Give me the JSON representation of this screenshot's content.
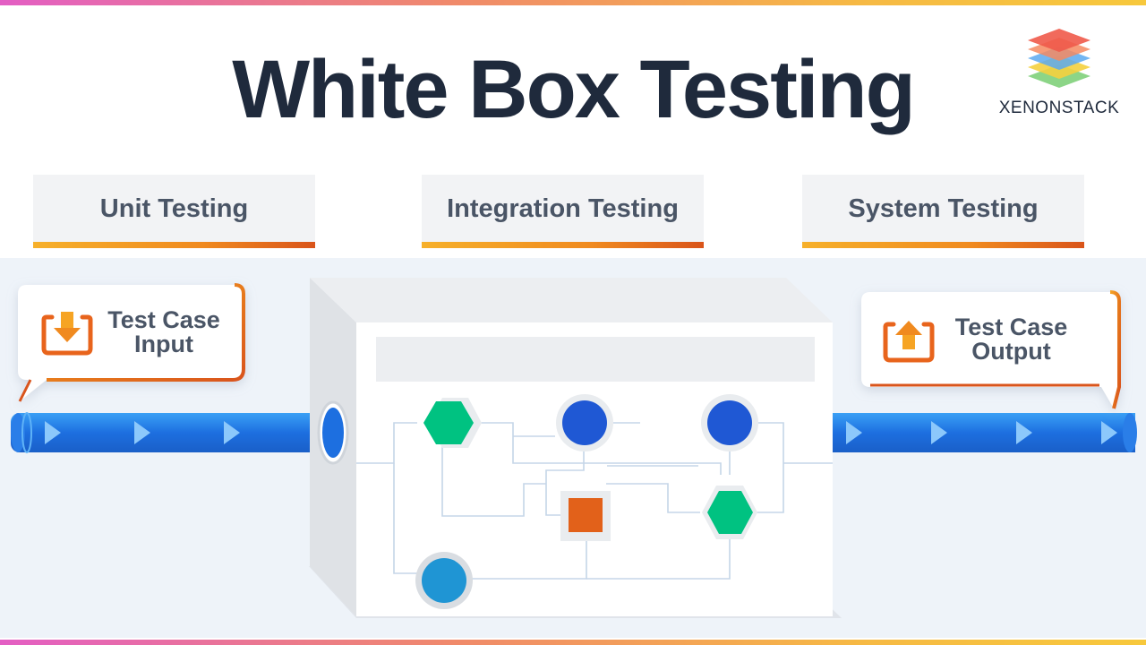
{
  "header": {
    "title": "White Box Testing",
    "logo_text": "XENONSTACK"
  },
  "tabs": [
    {
      "label": "Unit Testing"
    },
    {
      "label": "Integration Testing"
    },
    {
      "label": "System Testing"
    }
  ],
  "input_callout": {
    "line1": "Test Case",
    "line2": "Input"
  },
  "output_callout": {
    "line1": "Test Case",
    "line2": "Output"
  },
  "colors": {
    "title": "#1f2a3c",
    "accent_orange": "#e8641c",
    "pipe_blue": "#1d6fe0",
    "node_green": "#00c281",
    "node_blue": "#1f58d4",
    "node_light_blue": "#1f95d4",
    "node_orange": "#e2611a"
  },
  "icons": [
    "download-icon",
    "upload-icon",
    "play-arrow-icon",
    "xenonstack-logo-icon"
  ]
}
